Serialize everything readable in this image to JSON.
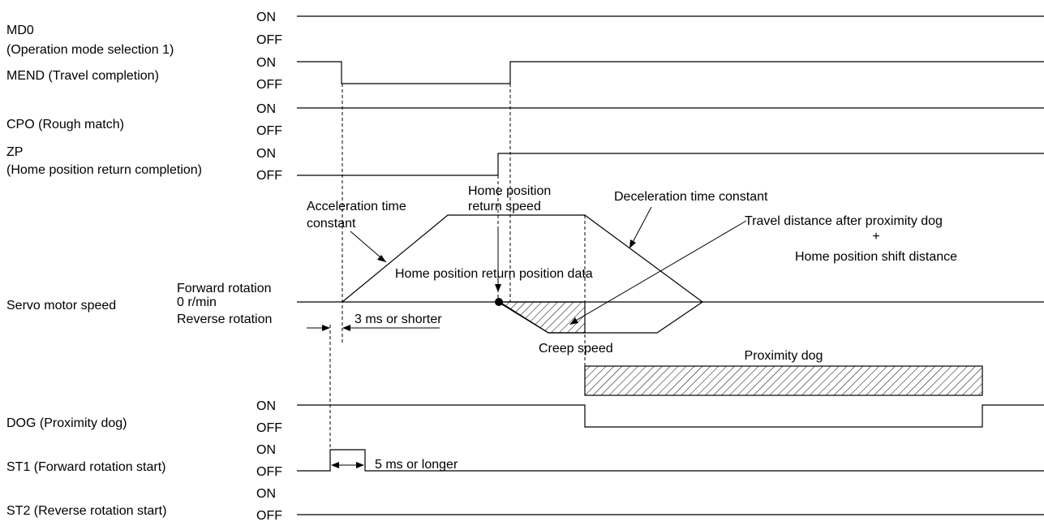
{
  "signals": [
    {
      "id": "md0",
      "label_line1": "MD0",
      "label_line2": "(Operation mode selection 1)",
      "on": "ON",
      "off": "OFF"
    },
    {
      "id": "mend",
      "label_line1": "MEND (Travel completion)",
      "on": "ON",
      "off": "OFF"
    },
    {
      "id": "cpo",
      "label_line1": "CPO (Rough match)",
      "on": "ON",
      "off": "OFF"
    },
    {
      "id": "zp",
      "label_line1": "ZP",
      "label_line2": "(Home position return completion)",
      "on": "ON",
      "off": "OFF"
    },
    {
      "id": "dog",
      "label_line1": "DOG (Proximity dog)",
      "on": "ON",
      "off": "OFF"
    },
    {
      "id": "st1",
      "label_line1": "ST1 (Forward rotation start)",
      "on": "ON",
      "off": "OFF"
    },
    {
      "id": "st2",
      "label_line1": "ST2 (Reverse rotation start)",
      "on": "ON",
      "off": "OFF"
    }
  ],
  "speed": {
    "label": "Servo motor speed",
    "forward": "Forward rotation",
    "zero": "0 r/min",
    "reverse": "Reverse rotation"
  },
  "annotations": {
    "accel_line1": "Acceleration time",
    "accel_line2": "constant",
    "home_speed_line1": "Home position",
    "home_speed_line2": "return speed",
    "decel": "Deceleration time constant",
    "travel_line1": "Travel distance after proximity dog",
    "travel_plus": "+",
    "travel_line2": "Home position shift distance",
    "home_data": "Home position return position data",
    "delay_3ms": "3 ms or shorter",
    "creep": "Creep speed",
    "prox_dog": "Proximity dog",
    "pulse_5ms": "5 ms or longer"
  }
}
